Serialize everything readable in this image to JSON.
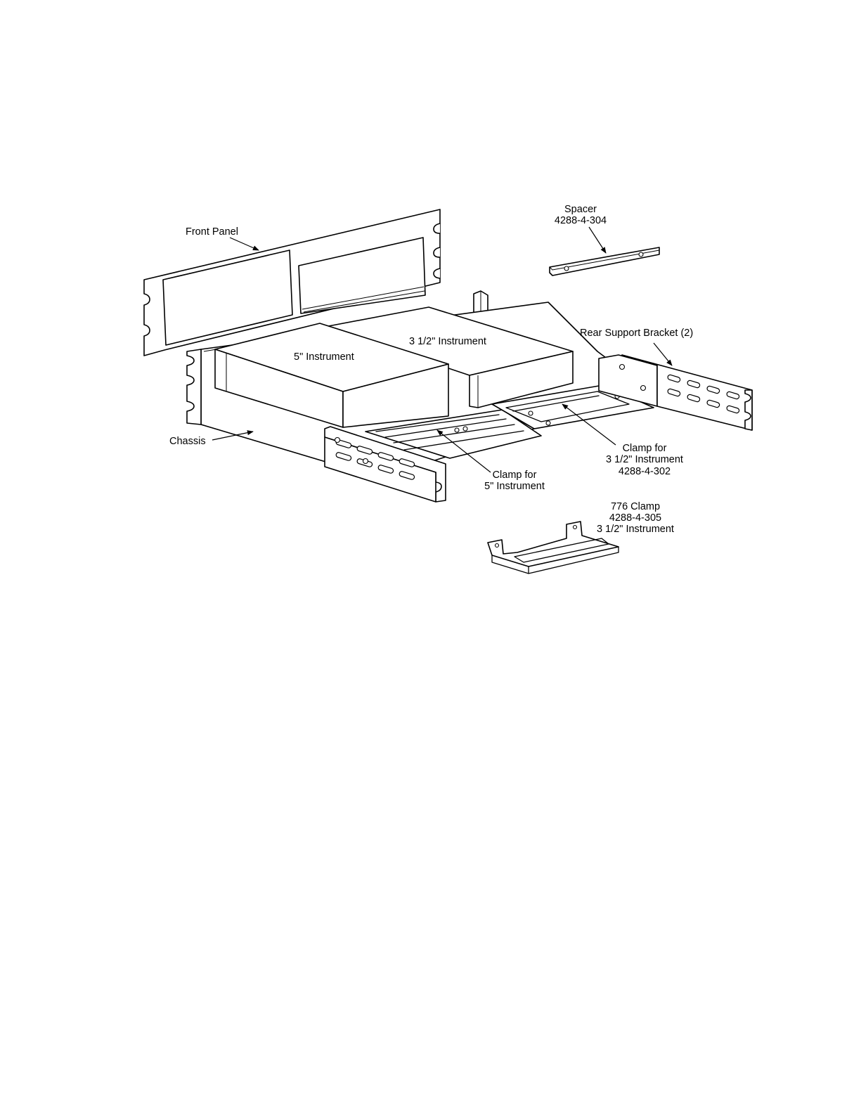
{
  "labels": {
    "front_panel": "Front Panel",
    "spacer_line1": "Spacer",
    "spacer_line2": "4288-4-304",
    "rear_bracket": "Rear Support Bracket (2)",
    "five_inch": "5\" Instrument",
    "three_half_inch": "3 1/2\" Instrument",
    "chassis": "Chassis",
    "clamp35_line1": "Clamp for",
    "clamp35_line2": "3 1/2\" Instrument",
    "clamp35_line3": "4288-4-302",
    "clamp5_line1": "Clamp for",
    "clamp5_line2": "5\" Instrument",
    "clamp776_line1": "776 Clamp",
    "clamp776_line2": "4288-4-305",
    "clamp776_line3": "3 1/2\" Instrument"
  }
}
